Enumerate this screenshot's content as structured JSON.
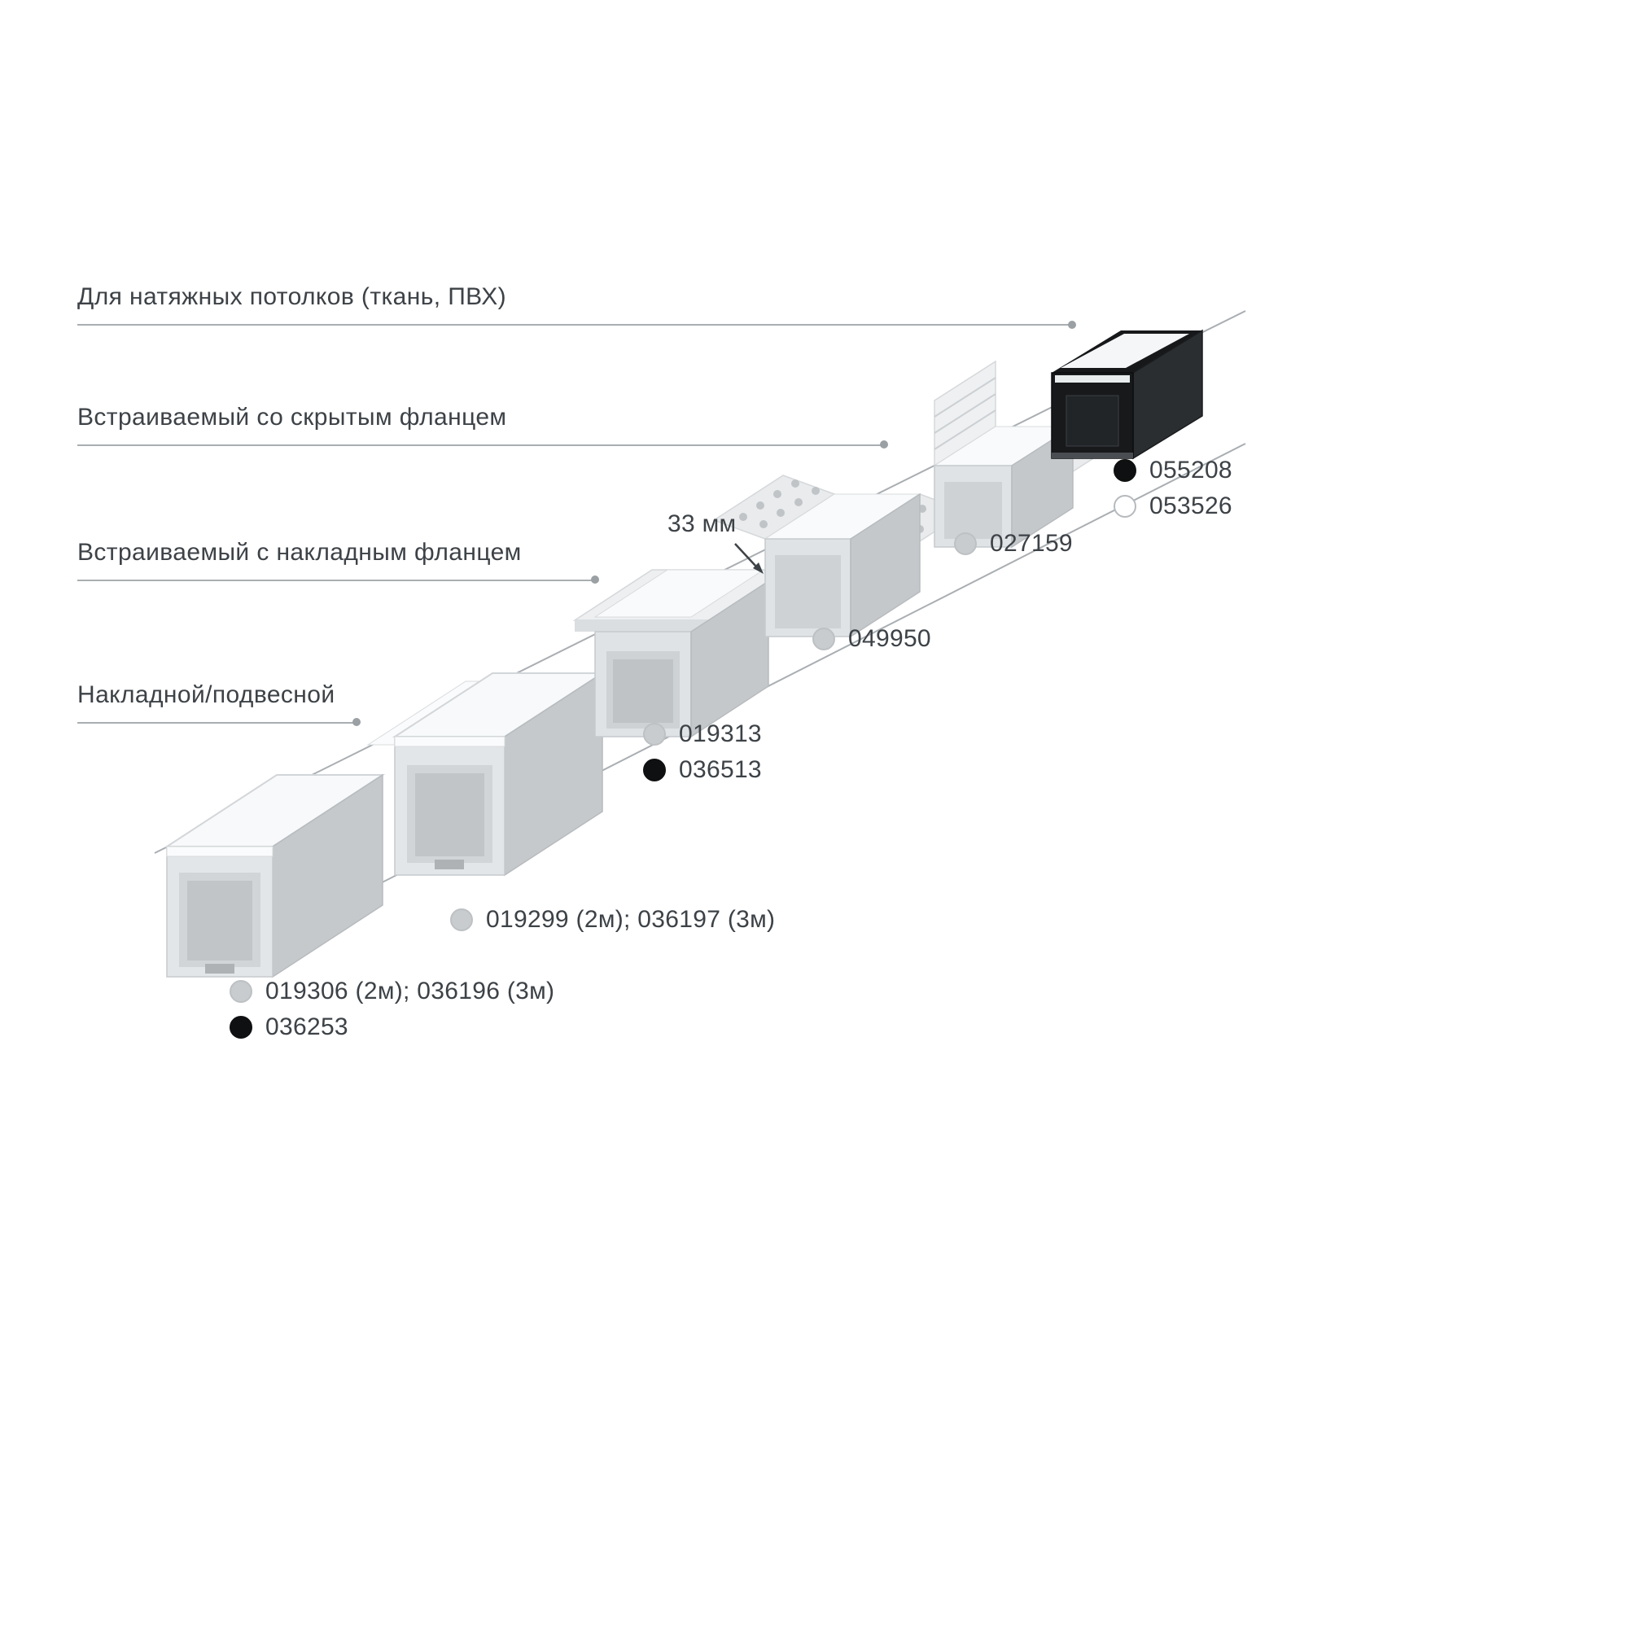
{
  "categories": [
    {
      "label": "Для натяжных потолков (ткань, ПВХ)"
    },
    {
      "label": "Встраиваемый со скрытым фланцем"
    },
    {
      "label": "Встраиваемый с накладным фланцем"
    },
    {
      "label": "Накладной/подвесной"
    }
  ],
  "dimension_label": "33 мм",
  "product_codes": {
    "stretch_ceiling": [
      {
        "code": "055208",
        "dot_color": "#0e1011",
        "dot_border": "#0e1011"
      },
      {
        "code": "053526",
        "dot_color": "#ffffff",
        "dot_border": "#b6babd"
      }
    ],
    "hidden_flange": [
      {
        "code": "027159",
        "dot_color": "#c9ccce",
        "dot_border": "#bdc1c4"
      }
    ],
    "recessed_hidden_flange": [
      {
        "code": "049950",
        "dot_color": "#c9ccce",
        "dot_border": "#bdc1c4"
      }
    ],
    "recessed_surface_flange": [
      {
        "code": "019313",
        "dot_color": "#c9ccce",
        "dot_border": "#bdc1c4"
      },
      {
        "code": "036513",
        "dot_color": "#0e1011",
        "dot_border": "#0e1011"
      }
    ],
    "surface_medium": [
      {
        "code": "019299 (2м); 036197 (3м)",
        "dot_color": "#c9ccce",
        "dot_border": "#bdc1c4"
      }
    ],
    "surface_large": [
      {
        "code": "019306 (2м); 036196 (3м)",
        "dot_color": "#c9ccce",
        "dot_border": "#bdc1c4"
      },
      {
        "code": "036253",
        "dot_color": "#0e1011",
        "dot_border": "#0e1011"
      }
    ]
  },
  "colors": {
    "text": "#3d4247",
    "leader_line": "#a9aeb2",
    "profile_silver": "#e3e6e8",
    "profile_black": "#17191b",
    "diffuser_white": "#f7f9fa"
  }
}
